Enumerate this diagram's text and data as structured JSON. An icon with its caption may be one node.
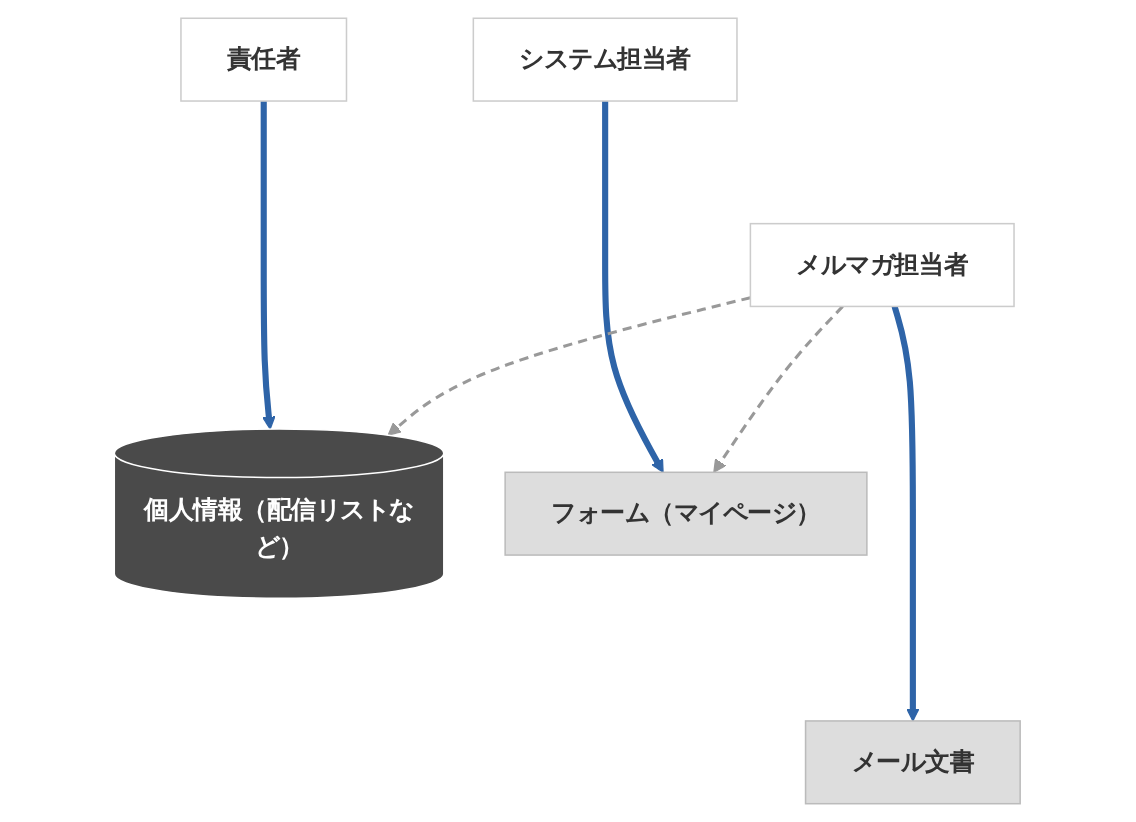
{
  "diagram": {
    "nodes": [
      {
        "text": [
          "責任者"
        ]
      },
      {
        "text": [
          "メルマガ担当者"
        ]
      },
      {
        "text": [
          "システム担当者"
        ]
      },
      {
        "text": [
          "個人情報（配信リストなど）"
        ]
      },
      {
        "text": [
          "メール文書"
        ]
      },
      {
        "text": [
          "フォーム（マイページ）"
        ]
      }
    ],
    "edges": [
      {
        "from": 0,
        "to": 3,
        "arrow": "to"
      },
      {
        "from": 1,
        "to": 4,
        "arrow": "to"
      },
      {
        "from": 2,
        "to": 5,
        "arrow": "to"
      },
      {
        "from": 1,
        "to": 3,
        "arrow": "to",
        "style": "dashed",
        "color": "#999999"
      },
      {
        "from": 1,
        "to": 5,
        "arrow": "to",
        "style": "dashed",
        "color": "#999999"
      }
    ]
  }
}
